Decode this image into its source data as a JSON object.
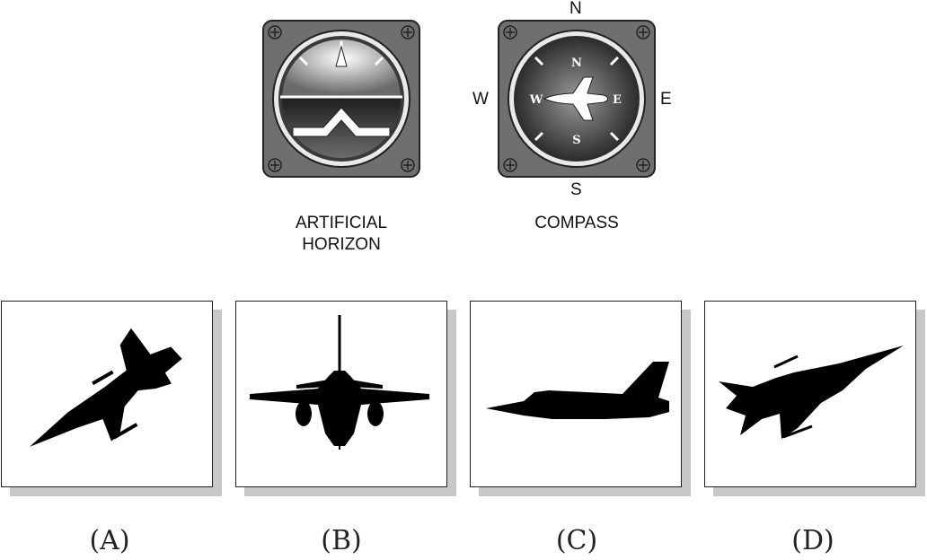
{
  "instruments": {
    "horizon_label_line1": "ARTIFICIAL",
    "horizon_label_line2": "HORIZON",
    "compass_label": "COMPASS",
    "compass_face": {
      "n": "N",
      "s": "S",
      "e": "E",
      "w": "W"
    },
    "compass_outer": {
      "n": "N",
      "s": "S",
      "e": "E",
      "w": "W"
    }
  },
  "options": [
    {
      "label": "(A)",
      "icon": "jet-banking-climb-icon"
    },
    {
      "label": "(B)",
      "icon": "jet-front-view-icon"
    },
    {
      "label": "(C)",
      "icon": "jet-side-view-icon"
    },
    {
      "label": "(D)",
      "icon": "jet-banking-right-icon"
    }
  ],
  "colors": {
    "bezel": "#6f6f6f",
    "silhouette": "#000000",
    "shadow": "#c8c8c8"
  }
}
